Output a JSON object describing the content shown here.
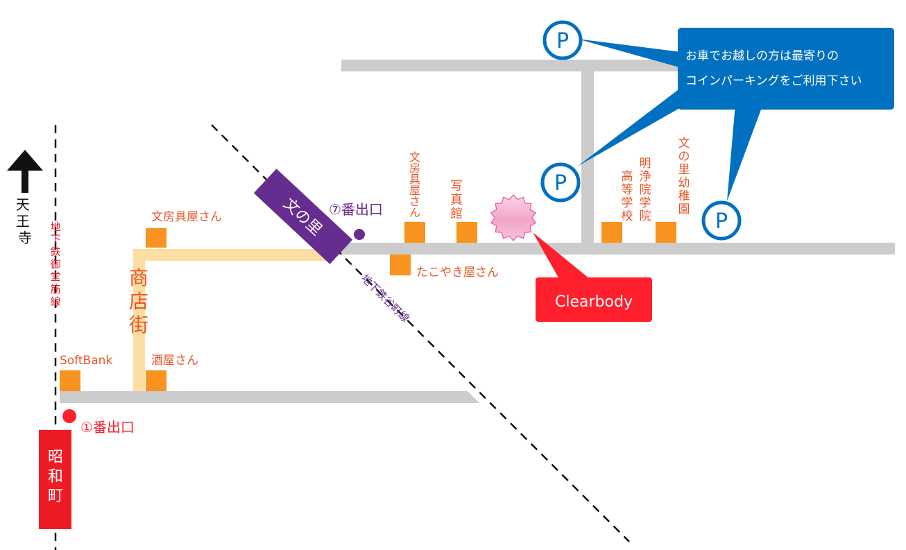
{
  "map": {
    "title": "Clearbody access map",
    "colors": {
      "road": "#cccccc",
      "shop": "#f7931e",
      "arcade": "#fddea2",
      "label_orange": "#e8572a",
      "subway_red": "#e5212d",
      "subway_purple": "#6a2c91",
      "parking_blue": "#0070c0",
      "callout_red": "#ff1f2d"
    },
    "direction": {
      "label": "天王寺",
      "icon": "arrow-up-icon"
    },
    "lines": {
      "midosuji": "地下鉄御堂筋線",
      "tanimachi": "地下鉄谷町線"
    },
    "stations": {
      "showacho": {
        "label": "昭和町",
        "exit_label": "①番出口"
      },
      "fuminosato": {
        "label": "文の里",
        "exit_label": "⑦番出口"
      }
    },
    "arcade_label": "商店街",
    "shops": {
      "stationery_left": "文房具屋さん",
      "softbank": "SoftBank",
      "liquor": "酒屋さん",
      "stationery_right": "文房具屋さん",
      "photo_studio": "写真館",
      "takoyaki": "たこやき屋さん",
      "highschool": [
        "明浄院学院",
        "高等学校"
      ],
      "kindergarten": "文の里幼稚園"
    },
    "destination": {
      "label": "Clearbody",
      "icon": "starburst-marker-icon"
    },
    "parking": {
      "icon_letter": "P",
      "message_lines": [
        "お車でお越しの方は最寄りの",
        "コインパーキングをご利用下さい"
      ]
    }
  }
}
